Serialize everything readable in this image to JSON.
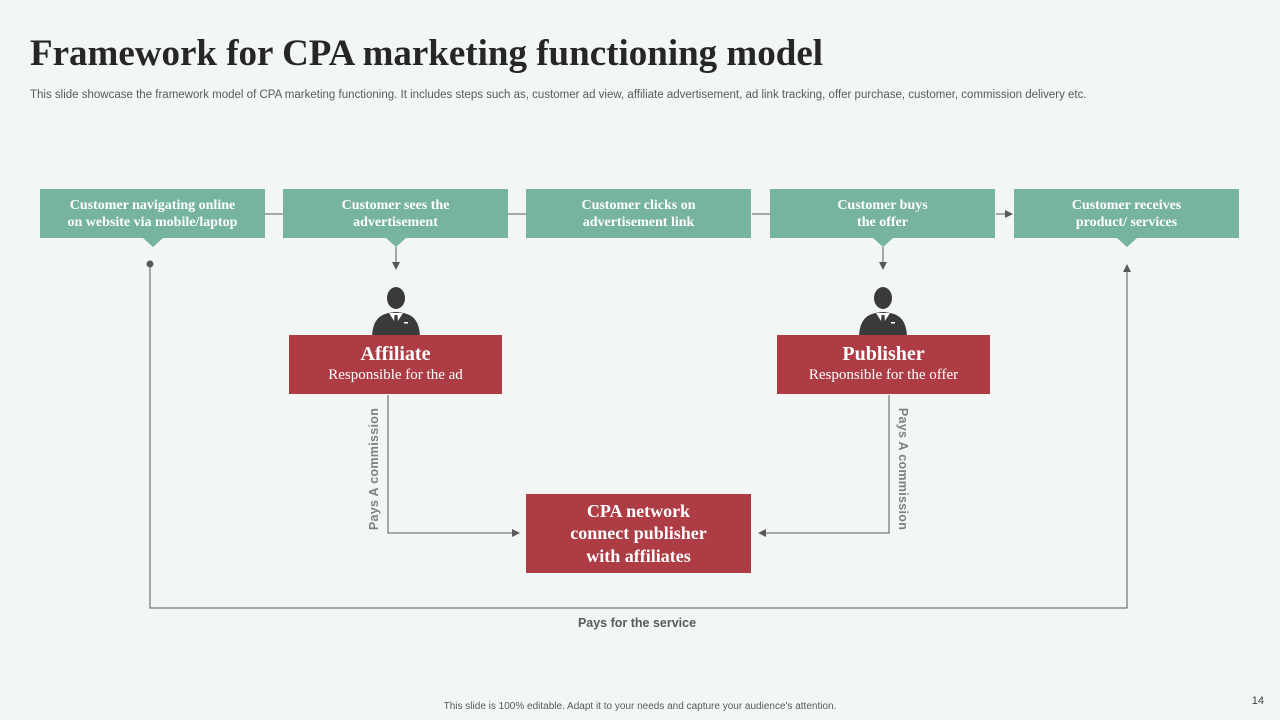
{
  "title": "Framework for CPA marketing functioning model",
  "subtitle": "This slide showcase the framework model of CPA marketing functioning. It includes steps such as, customer ad view, affiliate advertisement, ad link tracking, offer purchase, customer, commission delivery etc.",
  "steps": [
    {
      "text": "Customer navigating online\non website via mobile/laptop"
    },
    {
      "text": "Customer sees the\nadvertisement"
    },
    {
      "text": "Customer clicks on\nadvertisement link"
    },
    {
      "text": "Customer buys\nthe offer"
    },
    {
      "text": "Customer receives\nproduct/ services"
    }
  ],
  "affiliate": {
    "name": "Affiliate",
    "desc": "Responsible for the ad"
  },
  "publisher": {
    "name": "Publisher",
    "desc": "Responsible for the offer"
  },
  "network": {
    "text": "CPA network\nconnect publisher\nwith affiliates"
  },
  "labels": {
    "affiliate_commission": "Pays A commission",
    "publisher_commission": "Pays A commission",
    "pays_service": "Pays for the service"
  },
  "footer": "This slide is 100% editable.  Adapt it to your needs and capture your audience's attention.",
  "page_number": "14",
  "colors": {
    "step_green": "#76b3a1",
    "role_red": "#ad3c45",
    "background": "#f2f7f5",
    "title_text": "#262626",
    "connector": "#595959"
  },
  "icons": [
    "businessman-icon",
    "businessman-icon"
  ]
}
